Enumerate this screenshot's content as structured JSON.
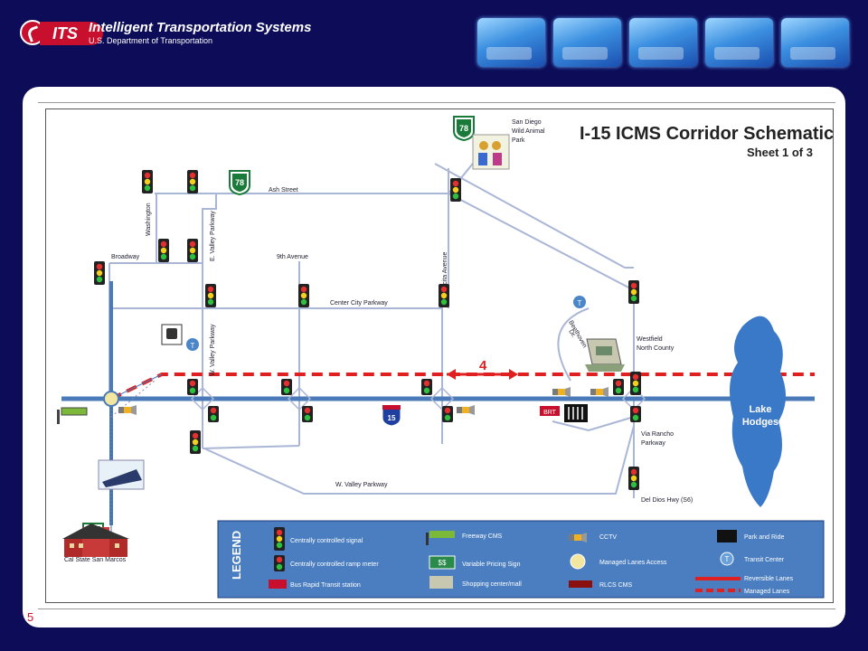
{
  "header": {
    "logo_text": "ITS",
    "title": "Intelligent Transportation Systems",
    "subtitle": "U.S. Department of Transportation"
  },
  "slide_number": "5",
  "diagram": {
    "title": "I-15 ICMS Corridor Schematic",
    "subtitle": "Sheet 1 of 3",
    "labels": {
      "san_diego": [
        "San Diego",
        "Wild Animal",
        "Park"
      ],
      "ash_street": "Ash Street",
      "washington": "Washington",
      "e_valley": "E. Valley Parkway",
      "broadway": "Broadway",
      "ninth_ave": "9th Avenue",
      "felicita": "Felicita Avenue",
      "center_city": "Center City Parkway",
      "beethoven": [
        "Beethoven",
        "Dr."
      ],
      "westfield": [
        "Westfield",
        "North County"
      ],
      "w_valley_vert": "W. Valley Parkway",
      "w_valley_horiz": "W. Valley Parkway",
      "via_rancho": [
        "Via Rancho",
        "Parkway"
      ],
      "del_dios": "Del Dios Hwy (S6)",
      "lake": [
        "Lake",
        "Hodges"
      ],
      "cal_state": "Cal State San Marcos",
      "lanes_number": "4",
      "shield_78": "78",
      "shield_15": "15",
      "transit_t": "T",
      "brt": "BRT"
    },
    "legend": {
      "title": "LEGEND",
      "items": {
        "signal": "Centrally controlled signal",
        "ramp_meter": "Centrally controlled ramp meter",
        "brt_station": "Bus Rapid Transit station",
        "freeway_cms": "Freeway CMS",
        "pricing_sign": "Variable Pricing Sign",
        "pricing_symbol": "$$",
        "shopping": "Shopping center/mall",
        "cctv": "CCTV",
        "ml_access": "Managed Lanes Access",
        "rlcs_cms": "RLCS CMS",
        "park_ride": "Park and Ride",
        "transit_center": "Transit Center",
        "reversible": "Reversible Lanes",
        "managed": "Managed Lanes"
      }
    }
  },
  "colors": {
    "background": "#0c0c58",
    "road": "#aab6d6",
    "freeway": "#4a7ab8",
    "managed_lane": "#e02020",
    "legend_bg": "#4a7ec0",
    "lake": "#3a78c8"
  }
}
